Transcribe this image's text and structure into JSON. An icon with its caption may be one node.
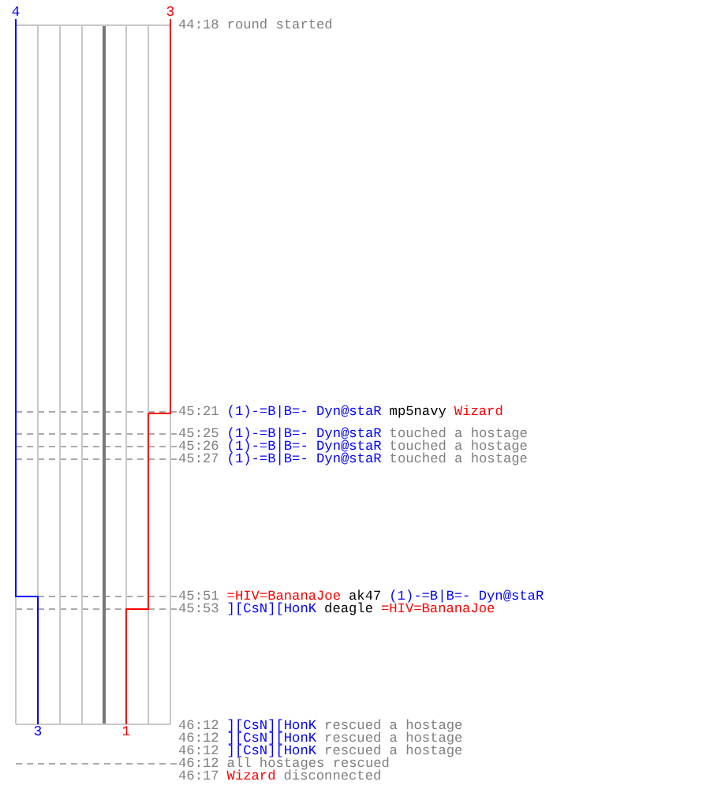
{
  "diagram": {
    "labels": [
      "4",
      "3",
      "44:18",
      "round started",
      "45:21",
      "(1)-=B|B=- Dyn@staR",
      "mp5navy",
      "Wizard",
      "45:25",
      "(1)-=B|B=- Dyn@staR",
      "touched a hostage",
      "45:26",
      "(1)-=B|B=- Dyn@staR",
      "touched a hostage",
      "45:27",
      "(1)-=B|B=- Dyn@staR",
      "touched a hostage",
      "45:51",
      "=HIV=BananaJoe",
      "ak47",
      "(1)-=B|B=- Dyn@staR",
      "45:53",
      "][CsN][HonK",
      "deagle",
      "=HIV=BananaJoe",
      "3",
      "1",
      "46:12",
      "][CsN][HonK",
      "rescued a hostage",
      "46:12",
      "][CsN][HonK",
      "rescued a hostage",
      "46:12",
      "][CsN][HonK",
      "rescued a hostage",
      "46:12",
      "all hostages rescued",
      "46:17",
      "Wizard",
      "disconnected"
    ]
  }
}
